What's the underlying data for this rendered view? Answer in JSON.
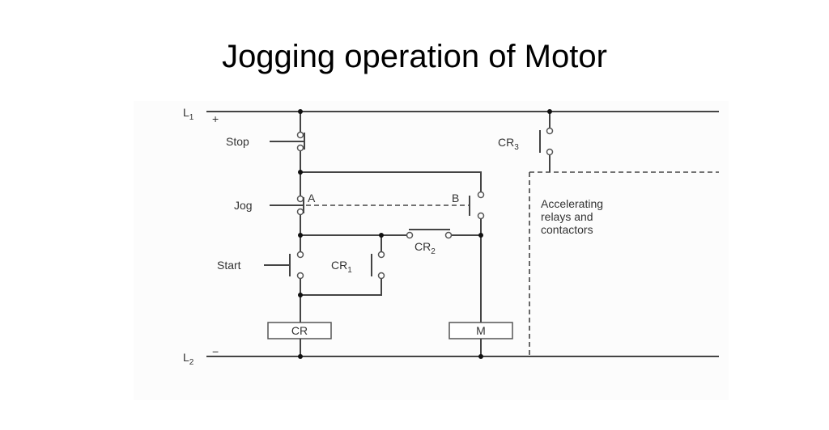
{
  "title": "Jogging operation of Motor",
  "diagram": {
    "rails": {
      "top": "L",
      "top_sub": "1",
      "top_sign": "+",
      "bottom": "L",
      "bottom_sub": "2",
      "bottom_sign": "−"
    },
    "labels": {
      "stop": "Stop",
      "jog": "Jog",
      "point_a": "A",
      "point_b": "B",
      "start": "Start",
      "cr1": "CR",
      "cr1_sub": "1",
      "cr2": "CR",
      "cr2_sub": "2",
      "cr3": "CR",
      "cr3_sub": "3",
      "coil_cr": "CR",
      "coil_m": "M",
      "accel_lines": [
        "Accelerating",
        "relays and",
        "contactors"
      ]
    }
  }
}
